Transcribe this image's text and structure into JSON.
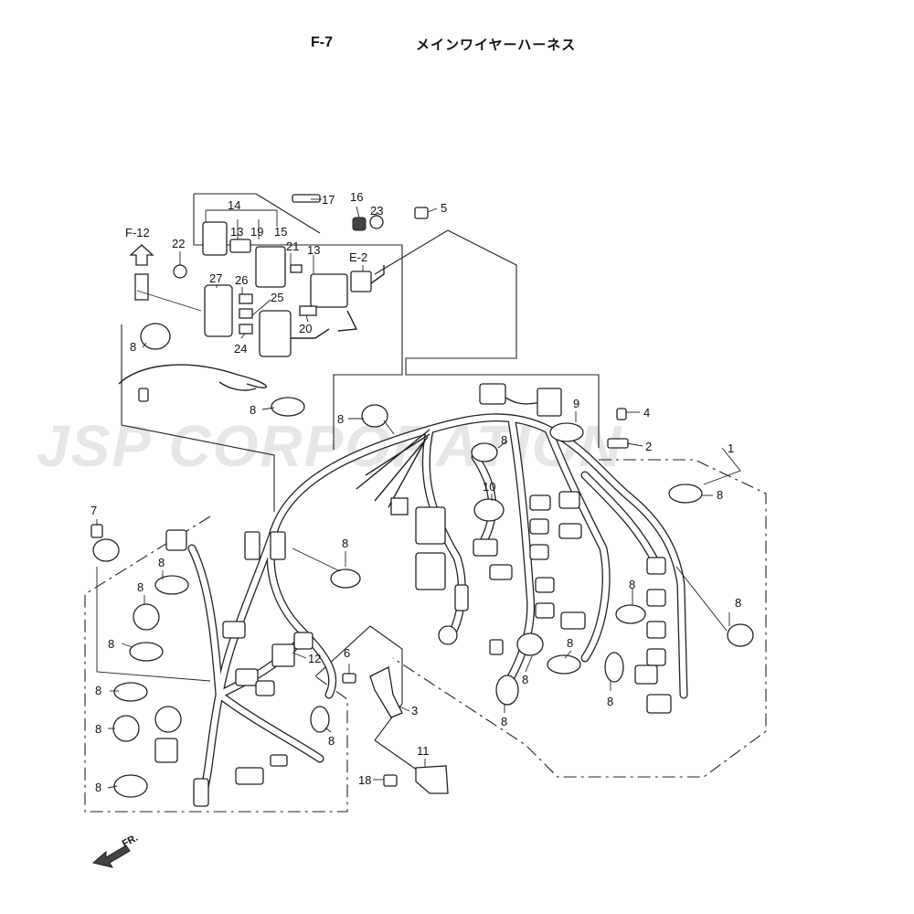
{
  "header": {
    "figure_code": "F-7",
    "title": "メインワイヤーハーネス"
  },
  "watermark": "JSP CORPORATION",
  "front_indicator": "FR.",
  "references": {
    "f12": "F-12",
    "e2": "E-2"
  },
  "part_labels": {
    "p1": "1",
    "p2": "2",
    "p3": "3",
    "p4": "4",
    "p5": "5",
    "p6": "6",
    "p7": "7",
    "p8": "8",
    "p9": "9",
    "p10": "10",
    "p11": "11",
    "p12": "12",
    "p13": "13",
    "p14": "14",
    "p15": "15",
    "p16": "16",
    "p17": "17",
    "p18": "18",
    "p19": "19",
    "p20": "20",
    "p21": "21",
    "p22": "22",
    "p23": "23",
    "p24": "24",
    "p25": "25",
    "p26": "26",
    "p27": "27"
  }
}
